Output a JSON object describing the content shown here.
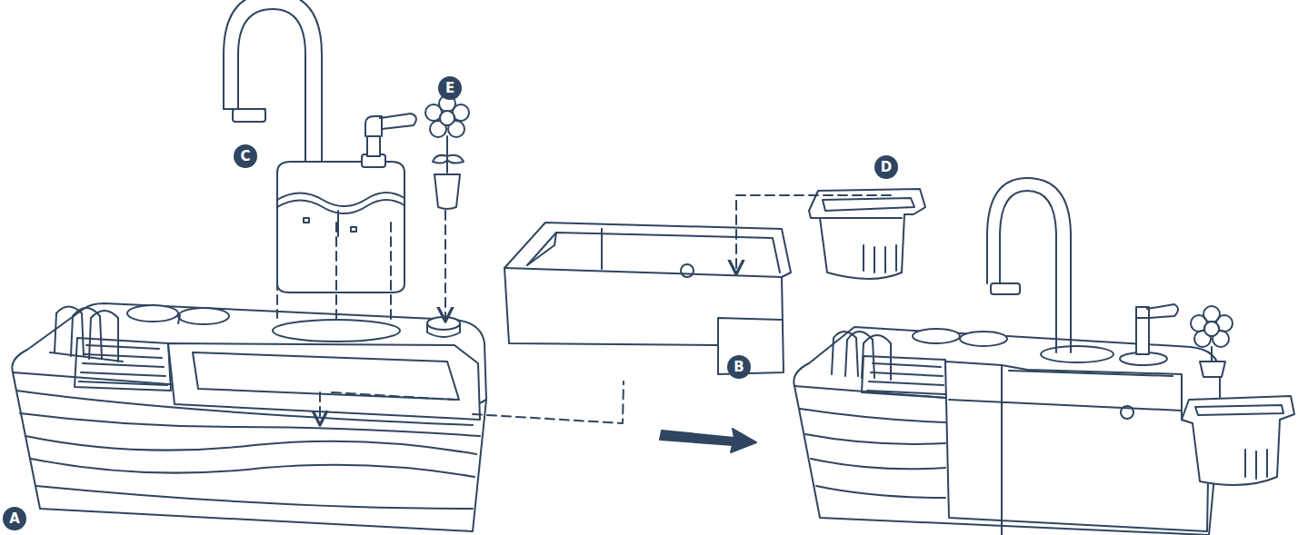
{
  "diagram": {
    "labels": [
      "C",
      "E",
      "D",
      "B",
      "A"
    ]
  }
}
